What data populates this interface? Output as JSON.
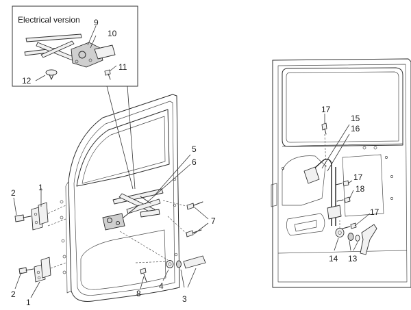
{
  "inset": {
    "title": "Electrical version"
  },
  "callouts": {
    "c1_top": "1",
    "c1_bottom": "1",
    "c2_top": "2",
    "c2_bottom": "2",
    "c3": "3",
    "c4": "4",
    "c5": "5",
    "c6": "6",
    "c7": "7",
    "c8": "8",
    "c9": "9",
    "c10": "10",
    "c11": "11",
    "c12": "12",
    "c13": "13",
    "c14": "14",
    "c15": "15",
    "c16": "16",
    "c17_top": "17",
    "c17_mid": "17",
    "c17_right": "17",
    "c18": "18"
  }
}
